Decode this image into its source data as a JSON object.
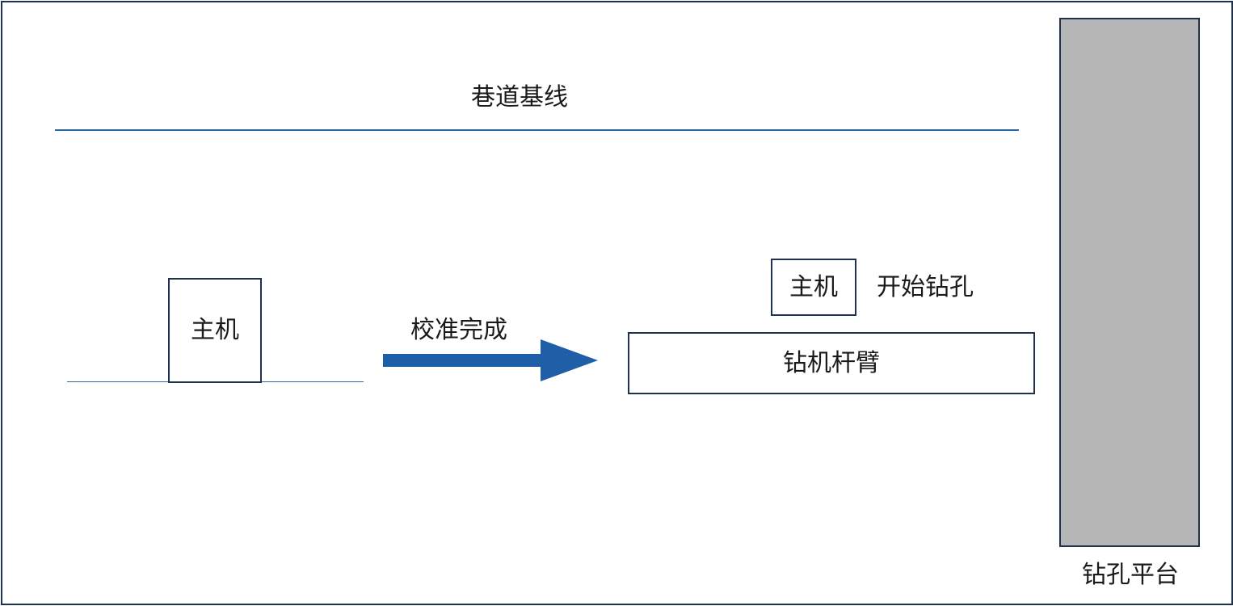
{
  "baseline_label": "巷道基线",
  "host_left_label": "主机",
  "calibration_label": "校准完成",
  "host_right_label": "主机",
  "start_drilling_label": "开始钻孔",
  "boom_label": "钻机杆臂",
  "platform_label": "钻孔平台",
  "colors": {
    "border": "#1e3250",
    "baseline": "#2a6aa8",
    "ground": "#2a6aa8",
    "arrow": "#1f5fa8",
    "platform_fill": "#b6b6b6"
  }
}
